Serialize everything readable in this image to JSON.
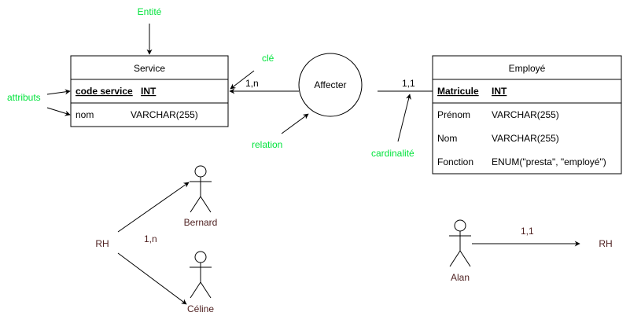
{
  "annotations": {
    "entite": "Entité",
    "attributs": "attributs",
    "cle": "clé",
    "relation": "relation",
    "cardinalite": "cardinalité"
  },
  "service": {
    "title": "Service",
    "key_field": "code service",
    "key_type": "INT",
    "attrs": [
      {
        "name": "nom",
        "type": "VARCHAR(255)"
      }
    ]
  },
  "relation": {
    "label": "Affecter",
    "card_left": "1,n",
    "card_right": "1,1"
  },
  "employe": {
    "title": "Employé",
    "key_field": "Matricule",
    "key_type": "INT",
    "attrs": [
      {
        "name": "Prénom",
        "type": "VARCHAR(255)"
      },
      {
        "name": "Nom",
        "type": "VARCHAR(255)"
      },
      {
        "name": "Fonction",
        "type": "ENUM(\"presta\", \"employé\")"
      }
    ]
  },
  "example_left": {
    "source": "RH",
    "cardinality": "1,n",
    "actors": [
      "Bernard",
      "Céline"
    ]
  },
  "example_right": {
    "actor": "Alan",
    "cardinality": "1,1",
    "target": "RH"
  },
  "colors": {
    "annotation": "#00e33b",
    "example_text": "#4d1f1f",
    "line": "#000000",
    "background": "#ffffff"
  }
}
